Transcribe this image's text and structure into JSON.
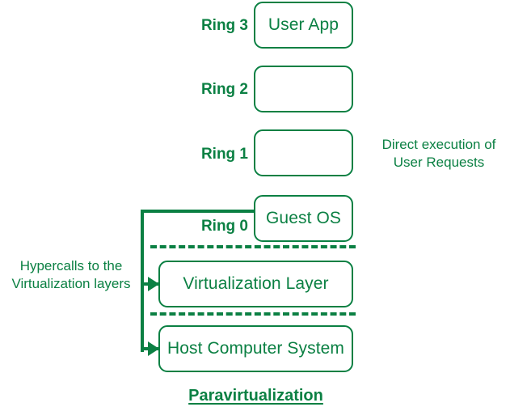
{
  "diagram": {
    "title": "Paravirtualization",
    "accent_color": "#0b8043",
    "background_color": "#ffffff",
    "rings": [
      {
        "label": "Ring 3",
        "box_text": "User App"
      },
      {
        "label": "Ring 2",
        "box_text": ""
      },
      {
        "label": "Ring 1",
        "box_text": ""
      },
      {
        "label": "Ring 0",
        "box_text": "Guest OS"
      }
    ],
    "layers": [
      {
        "box_text": "Virtualization Layer"
      },
      {
        "box_text": "Host Computer System"
      }
    ],
    "annotations": {
      "left": "Hypercalls to the\nVirtualization layers",
      "right": "Direct execution of\nUser Requests"
    }
  }
}
